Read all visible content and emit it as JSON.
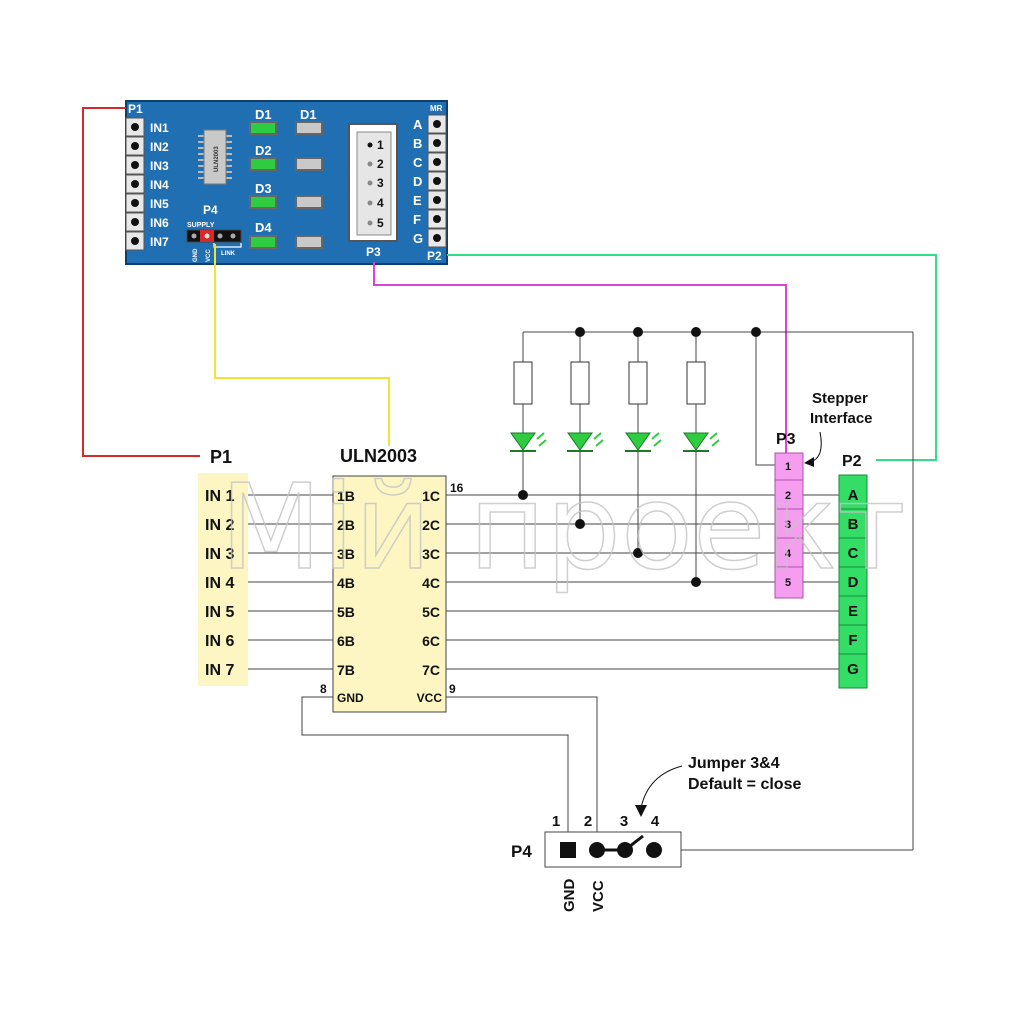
{
  "board": {
    "p1": "P1",
    "inputs": [
      "IN1",
      "IN2",
      "IN3",
      "IN4",
      "IN5",
      "IN6",
      "IN7"
    ],
    "chip": "ULN2003",
    "leds": [
      "D1",
      "D1",
      "D2",
      "D3",
      "D4"
    ],
    "p4": "P4",
    "supply": "SUPPLY",
    "gnd": "GND",
    "vcc": "VCC",
    "link": "LINK",
    "p3_pins": [
      "1",
      "2",
      "3",
      "4",
      "5"
    ],
    "p3": "P3",
    "mr": "MR",
    "outputs": [
      "A",
      "B",
      "C",
      "D",
      "E",
      "F",
      "G"
    ],
    "p2": "P2"
  },
  "schematic": {
    "p1_title": "P1",
    "inputs": [
      "IN 1",
      "IN 2",
      "IN 3",
      "IN 4",
      "IN 5",
      "IN 6",
      "IN 7"
    ],
    "ic_title": "ULN2003",
    "ic_left_pins": [
      "1B",
      "2B",
      "3B",
      "4B",
      "5B",
      "6B",
      "7B"
    ],
    "ic_right_pins": [
      "1C",
      "2C",
      "3C",
      "4C",
      "5C",
      "6C",
      "7C"
    ],
    "ic_gnd": "GND",
    "ic_vcc": "VCC",
    "pin_16": "16",
    "pin_8": "8",
    "pin_9": "9",
    "p3_title": "P3",
    "p3_pins": [
      "1",
      "2",
      "3",
      "4",
      "5"
    ],
    "stepper_line1": "Stepper",
    "stepper_line2": "Interface",
    "p2_title": "P2",
    "p2_pins": [
      "A",
      "B",
      "C",
      "D",
      "E",
      "F",
      "G"
    ],
    "p4_title": "P4",
    "p4_pin_numbers": [
      "1",
      "2",
      "3",
      "4"
    ],
    "p4_gnd": "GND",
    "p4_vcc": "VCC",
    "jumper_line1": "Jumper 3&4",
    "jumper_line2": "Default = close"
  },
  "watermark": "Мій проект",
  "colors": {
    "board_blue": "#1f6fb2",
    "wire_red": "#d42a2a",
    "wire_yellow": "#f2e23a",
    "wire_magenta": "#e040e0",
    "wire_green": "#33dd88",
    "led_green": "#2ecc40",
    "p1_fill": "#fdf6c3",
    "p3_fill": "#f59ef0",
    "p2_fill": "#33dd66",
    "ic_fill": "#fdf6c3"
  }
}
